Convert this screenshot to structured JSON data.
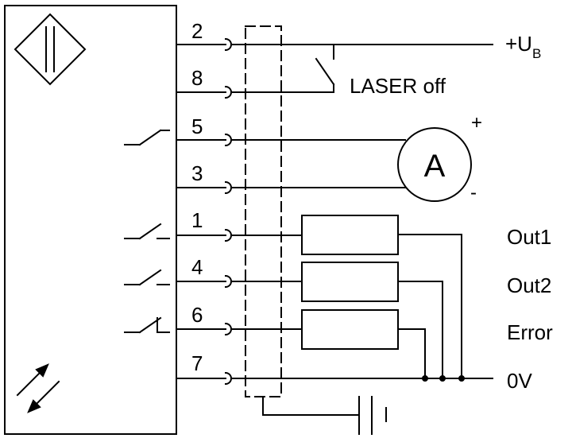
{
  "supply": {
    "label": "+U",
    "subscript": "B"
  },
  "laser_label": "LASER off",
  "ammeter": {
    "symbol": "A",
    "plus": "+",
    "minus": "-"
  },
  "outputs": {
    "out1": "Out1",
    "out2": "Out2",
    "error": "Error",
    "ground": "0V"
  },
  "pins": {
    "p2": "2",
    "p8": "8",
    "p5": "5",
    "p3": "3",
    "p1": "1",
    "p4": "4",
    "p6": "6",
    "p7": "7"
  }
}
